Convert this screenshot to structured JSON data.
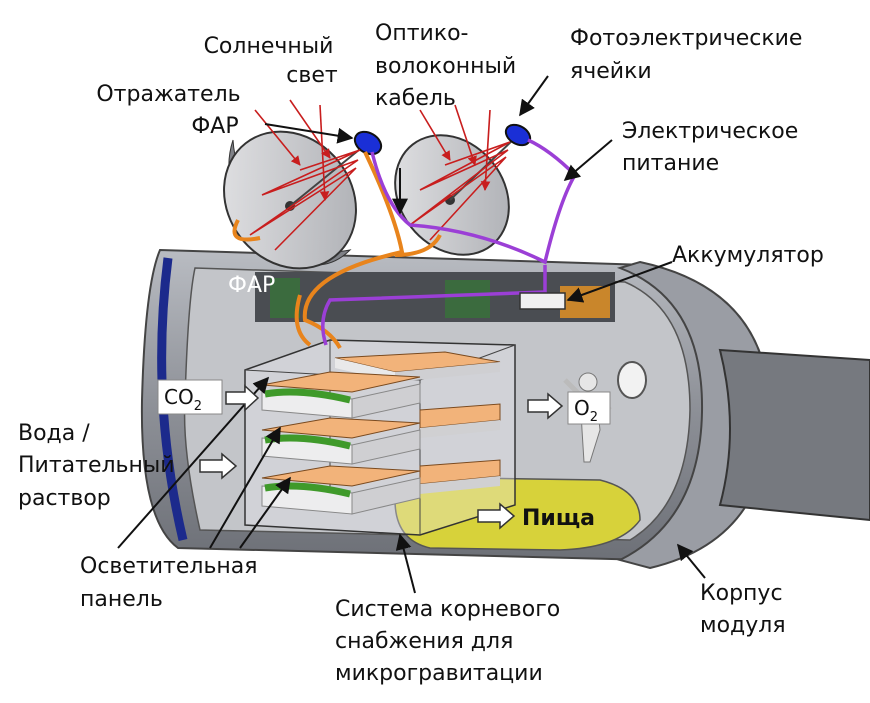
{
  "labels": {
    "sunlight": [
      "Солнечный",
      "свет"
    ],
    "reflector": [
      "Отражатель",
      "ФАР"
    ],
    "fiber": [
      "Оптико-",
      "волоконный",
      "кабель"
    ],
    "photocells": [
      "Фотоэлектрические",
      "ячейки"
    ],
    "power": [
      "Электрическое",
      "питание"
    ],
    "battery": "Аккумулятор",
    "par": "ФАР",
    "co2_main": "CO",
    "co2_sub": "2",
    "o2_main": "O",
    "o2_sub": "2",
    "water": [
      "Вода /",
      "Питательный",
      "раствор"
    ],
    "food": "Пища",
    "light_panel": [
      "Осветительная",
      "панель"
    ],
    "root_system": [
      "Система корневого",
      "снабжения для",
      "микрогравитации"
    ],
    "hull": [
      "Корпус",
      "модуля"
    ]
  },
  "colors": {
    "fiber_cable": "#e8841c",
    "power_cable": "#9b3fd6",
    "ray": "#c81e1e",
    "photocell": "#1a2fd6",
    "hull_blue": "#1c2a8c",
    "food_tank": "#d7d23a",
    "tray_top": "#f2b37a",
    "plant": "#3f9a2a"
  }
}
